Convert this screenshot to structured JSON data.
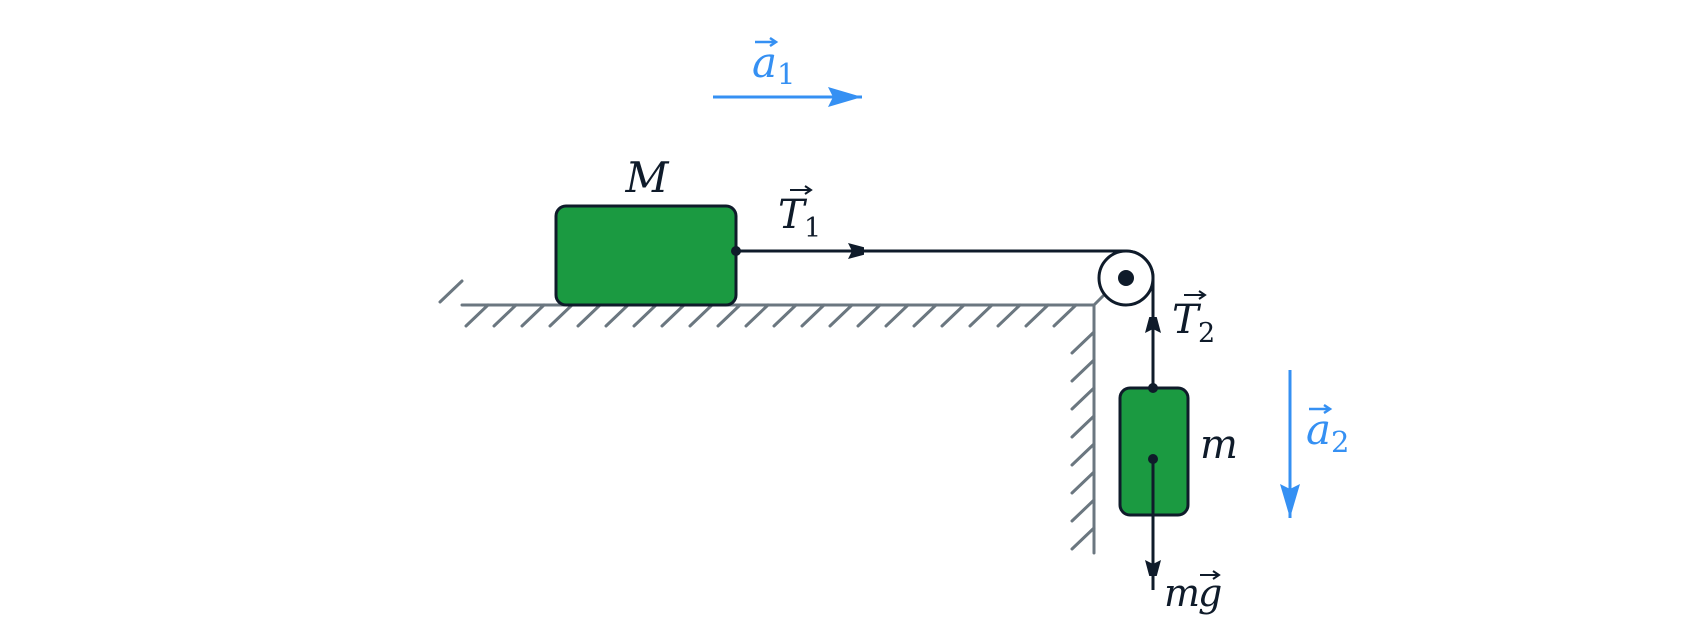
{
  "labels": {
    "mass_big": "M",
    "mass_small": "m",
    "tension_1": {
      "symbol": "T",
      "subscript": "1"
    },
    "tension_2": {
      "symbol": "T",
      "subscript": "2"
    },
    "accel_1": {
      "symbol": "a",
      "subscript": "1"
    },
    "accel_2": {
      "symbol": "a",
      "subscript": "2"
    },
    "weight": {
      "coefficient": "m",
      "symbol": "g"
    }
  },
  "colors": {
    "block_fill": "#1b9a41",
    "outline": "#0f1b2a",
    "acceleration": "#3590f3",
    "ground_hatch": "#6b7780"
  }
}
